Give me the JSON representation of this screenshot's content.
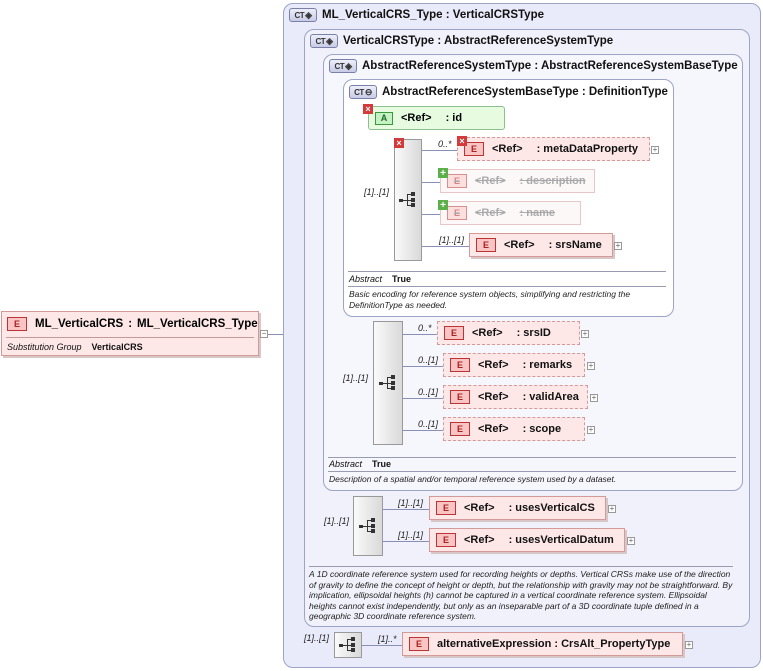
{
  "root": {
    "badge": "E",
    "name": "ML_VerticalCRS",
    "type": "ML_VerticalCRS_Type",
    "sep": ":",
    "subst_label": "Substitution Group",
    "subst_value": "VerticalCRS"
  },
  "ct1": {
    "badge": "CT",
    "title": "ML_VerticalCRS_Type : VerticalCRSType"
  },
  "ct2": {
    "badge": "CT",
    "title": "VerticalCRSType : AbstractReferenceSystemType",
    "doc": "A 1D coordinate reference system used for recording heights or depths. Vertical CRSs make use of the direction of gravity to define the concept of height or depth, but the relationship with gravity may not be straightforward. By implication, ellipsoidal heights (h) cannot be captured in a vertical coordinate reference system. Ellipsoidal heights cannot exist independently, but only as an inseparable part of a 3D coordinate tuple defined in a geographic 3D coordinate reference system."
  },
  "ct3": {
    "badge": "CT",
    "title": "AbstractReferenceSystemType : AbstractReferenceSystemBaseType",
    "abstract_label": "Abstract",
    "abstract_value": "True",
    "doc": "Description of a spatial and/or temporal reference system used by a dataset."
  },
  "ct4": {
    "badge": "CT",
    "title": "AbstractReferenceSystemBaseType : DefinitionType",
    "abstract_label": "Abstract",
    "abstract_value": "True",
    "doc": "Basic encoding for reference system objects, simplifying and restricting the DefinitionType as needed."
  },
  "attr_id": {
    "badge": "A",
    "ref": "<Ref>",
    "name": ": id"
  },
  "ct4_elements": [
    {
      "mult": "0..*",
      "ref": "<Ref>",
      "name": ": metaDataProperty"
    },
    {
      "mult": "",
      "ref": "<Ref>",
      "name": ": description"
    },
    {
      "mult": "",
      "ref": "<Ref>",
      "name": ": name"
    },
    {
      "mult": "[1]..[1]",
      "ref": "<Ref>",
      "name": ": srsName"
    }
  ],
  "ct3_elements": [
    {
      "mult": "0..*",
      "ref": "<Ref>",
      "name": ": srsID"
    },
    {
      "mult": "0..[1]",
      "ref": "<Ref>",
      "name": ": remarks"
    },
    {
      "mult": "0..[1]",
      "ref": "<Ref>",
      "name": ": validArea"
    },
    {
      "mult": "0..[1]",
      "ref": "<Ref>",
      "name": ": scope"
    }
  ],
  "ct2_elements": [
    {
      "mult": "[1]..[1]",
      "ref": "<Ref>",
      "name": ": usesVerticalCS"
    },
    {
      "mult": "[1]..[1]",
      "ref": "<Ref>",
      "name": ": usesVerticalDatum"
    }
  ],
  "alt": {
    "mult": "[1]..*",
    "name": "alternativeExpression : CrsAlt_PropertyType"
  },
  "seq_mults": {
    "ct4": "[1]..[1]",
    "ct3": "[1]..[1]",
    "ct2": "[1]..[1]",
    "ct1": "[1]..[1]"
  },
  "badges": {
    "element": "E",
    "plus": "+",
    "minus": "−",
    "cross": "×",
    "add": "+"
  },
  "colors": {
    "ct_border": "#9ea3c8",
    "element_fill": "#fde7e7",
    "element_border": "#d49a9a",
    "attribute_fill": "#e6fbe0",
    "connector": "#8a8fb8"
  }
}
